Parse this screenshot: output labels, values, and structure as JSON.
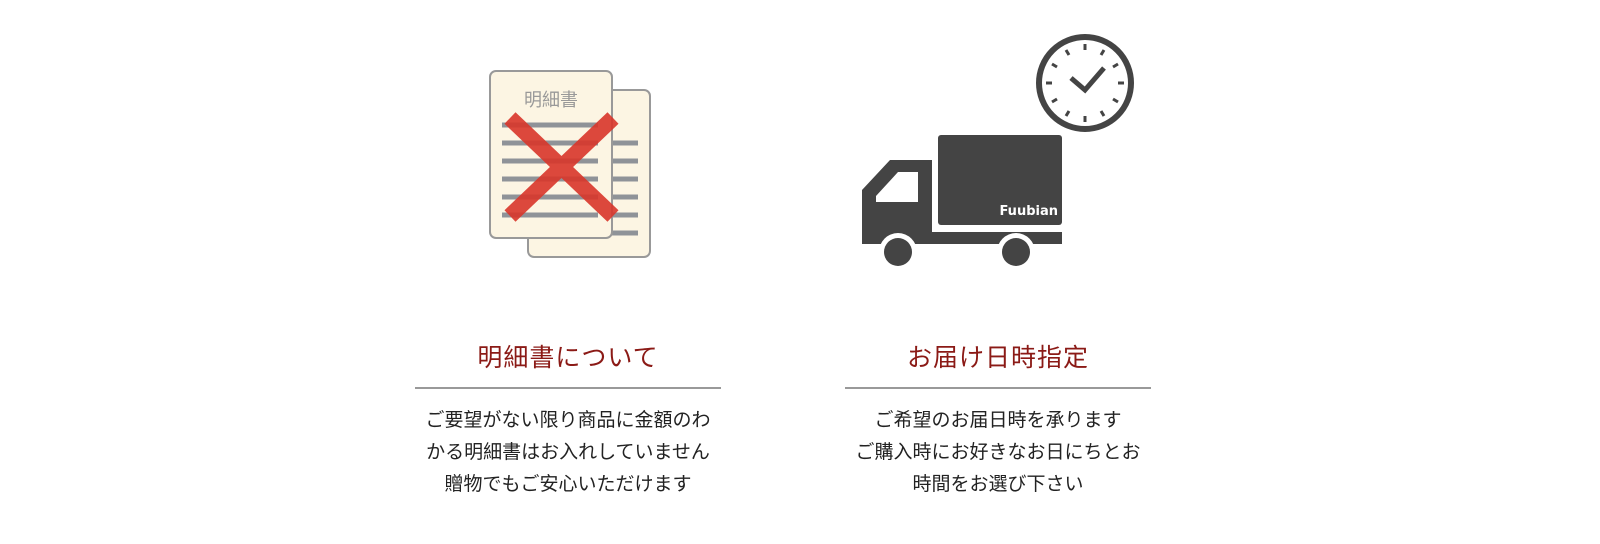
{
  "sections": [
    {
      "icon": "invoice-cancel-icon",
      "icon_label": "明細書",
      "title": "明細書について",
      "lines": [
        "ご要望がない限り商品に金額のわ",
        "かる明細書はお入れしていません",
        "贈物でもご安心いただけます"
      ]
    },
    {
      "icon": "delivery-truck-clock-icon",
      "icon_label": "Fuubian",
      "title": "お届け日時指定",
      "lines": [
        "ご希望のお届日時を承ります",
        "ご購入時にお好きなお日にちとお",
        "時間をお選び下さい"
      ]
    }
  ],
  "colors": {
    "title": "#8b1a16",
    "icon_gray": "#444444",
    "cross": "#d9362b",
    "paper": "#fcf5e3"
  }
}
